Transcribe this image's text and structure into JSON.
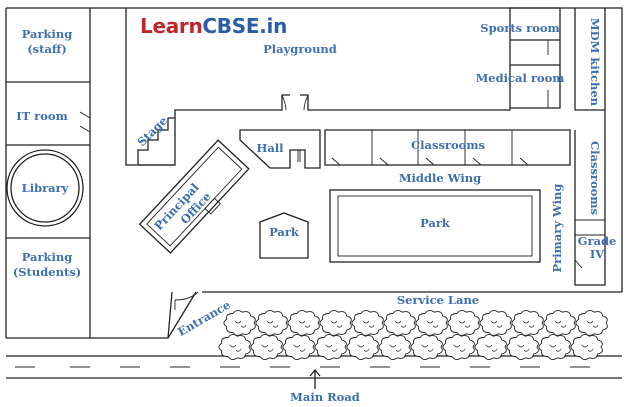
{
  "logo": {
    "part1": "Learn",
    "part2": "CBSE.in",
    "color1": "#c0272d",
    "color2": "#2b5ea8"
  },
  "label_color": "#3d6fb2",
  "labels": {
    "parking_staff_1": "Parking",
    "parking_staff_2": "(staff)",
    "it_room": "IT room",
    "library": "Library",
    "parking_students_1": "Parking",
    "parking_students_2": "(Students)",
    "playground": "Playground",
    "stage": "Stage",
    "hall": "Hall",
    "principal_office_1": "Principal",
    "principal_office_2": "Office",
    "park_small": "Park",
    "park_big": "Park",
    "classrooms_middle": "Classrooms",
    "middle_wing": "Middle Wing",
    "sports_room": "Sports room",
    "medical_room": "Medical room",
    "mdm_kitchen": "MDM kitchen",
    "classrooms_right": "Classrooms",
    "primary_wing": "Primary Wing",
    "grade_iv_1": "Grade",
    "grade_iv_2": "IV",
    "service_lane": "Service Lane",
    "entrance": "Entrance",
    "main_road": "Main Road"
  },
  "icons": {
    "trees": "tree-icon",
    "road_arrow": "arrow-up-icon",
    "entrance_door": "door-swing-icon"
  }
}
